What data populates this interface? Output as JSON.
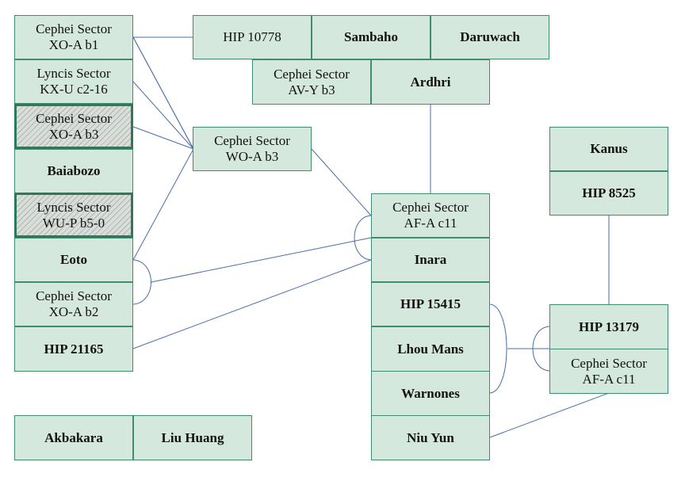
{
  "colors": {
    "node_fill": "#d5e8de",
    "node_border": "#3f8d70",
    "highlight_border": "#2c7a59",
    "link": "#4a6ea8"
  },
  "nodes": {
    "cepheiXOAb1": "Cephei Sector\nXO-A b1",
    "lyncisKXU": "Lyncis Sector\nKX-U c2-16",
    "cepheiXOAb3": "Cephei Sector\nXO-A b3",
    "baiabozo": "Baiabozo",
    "lyncisWUP": "Lyncis Sector\nWU-P b5-0",
    "eoto": "Eoto",
    "cepheiXOAb2": "Cephei Sector\nXO-A b2",
    "hip21165": "HIP 21165",
    "akbakara": "Akbakara",
    "liuHuang": "Liu Huang",
    "hip10778": "HIP 10778",
    "sambaho": "Sambaho",
    "daruwach": "Daruwach",
    "cepheiAVY": "Cephei Sector\nAV-Y b3",
    "ardhri": "Ardhri",
    "cepheiWOA": "Cephei Sector\nWO-A b3",
    "cepheiAFAc11": "Cephei Sector\nAF-A c11",
    "inara": "Inara",
    "hip15415": "HIP 15415",
    "lhouMans": "Lhou Mans",
    "warnones": "Warnones",
    "niuYun": "Niu Yun",
    "kanus": "Kanus",
    "hip8525": "HIP 8525",
    "hip13179": "HIP 13179",
    "cepheiAFAc11b": "Cephei Sector\nAF-A c11"
  }
}
